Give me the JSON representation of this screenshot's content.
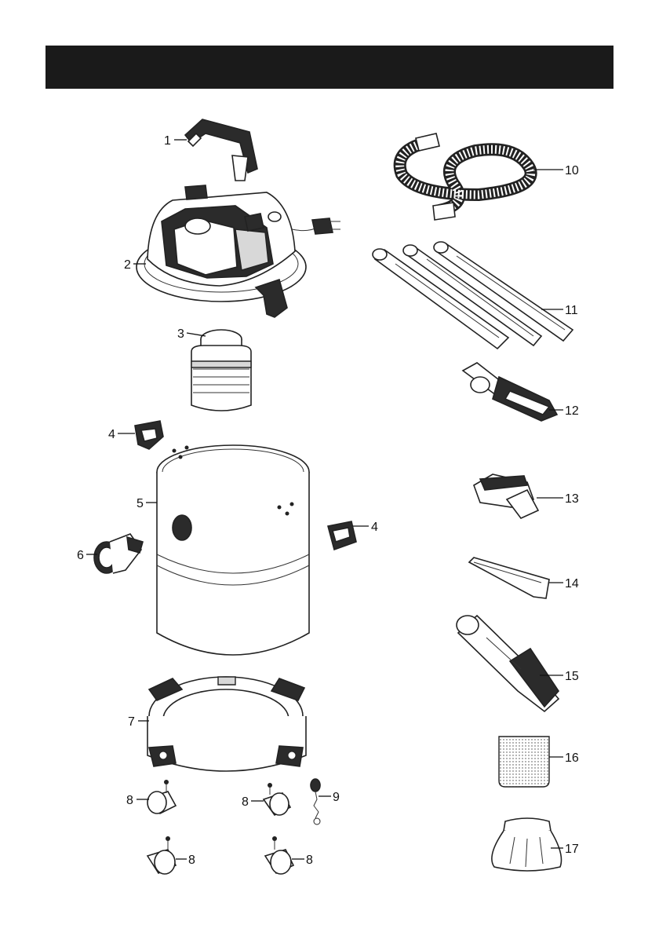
{
  "header_bar": {
    "color": "#1a1a1a"
  },
  "callouts": [
    {
      "id": "c1",
      "text": "1"
    },
    {
      "id": "c2",
      "text": "2"
    },
    {
      "id": "c3",
      "text": "3"
    },
    {
      "id": "c4a",
      "text": "4"
    },
    {
      "id": "c4b",
      "text": "4"
    },
    {
      "id": "c5",
      "text": "5"
    },
    {
      "id": "c6",
      "text": "6"
    },
    {
      "id": "c7",
      "text": "7"
    },
    {
      "id": "c8a",
      "text": "8"
    },
    {
      "id": "c8b",
      "text": "8"
    },
    {
      "id": "c8c",
      "text": "8"
    },
    {
      "id": "c8d",
      "text": "8"
    },
    {
      "id": "c9",
      "text": "9"
    },
    {
      "id": "c10",
      "text": "10"
    },
    {
      "id": "c11",
      "text": "11"
    },
    {
      "id": "c12",
      "text": "12"
    },
    {
      "id": "c13",
      "text": "13"
    },
    {
      "id": "c14",
      "text": "14"
    },
    {
      "id": "c15",
      "text": "15"
    },
    {
      "id": "c16",
      "text": "16"
    },
    {
      "id": "c17",
      "text": "17"
    }
  ]
}
